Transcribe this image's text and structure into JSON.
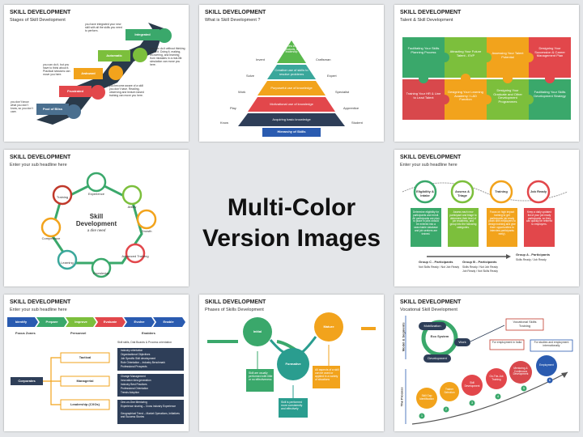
{
  "center": {
    "line1": "Multi-Color",
    "line2": "Version Images"
  },
  "s1": {
    "title": "SKILL DEVELOPMENT",
    "sub": "Stages of Skill Development",
    "steps": [
      "Integrated",
      "Automatic",
      "Awkward",
      "Frustrated",
      "Pool of Bliss"
    ],
    "notes": [
      "you have integrated your new skill with all the skills you need to perform.",
      "you can do it without thinking about it. Doing it, making, recovering, and learning from mistakes in a real-life simulation can move you here.",
      "you can do it, but you have to think about it. Practical sessions can move you here.",
      "you become aware of a skill you don't have. Reading, observing and lecture-based training can move you here.",
      "you don't know what you don't know, so you don't care."
    ]
  },
  "s2": {
    "title": "SKILL DEVELOPMENT",
    "sub": "What is Skill Development ?",
    "levels": [
      "Creating new knowledge, skills, products, service, leadership",
      "Creative use of skills to resolve problems",
      "Purposeful use of knowledge",
      "Motivational use of knowledge",
      "Acquiring basic knowledge"
    ],
    "left": [
      "Invent",
      "Solve",
      "Work",
      "Play",
      "Know"
    ],
    "right": [
      "Craftsman",
      "Expert",
      "Specialist",
      "Apprentice",
      "Student"
    ],
    "base": "Hierarchy of Skills"
  },
  "s3": {
    "title": "SKILL DEVELOPMENT",
    "sub": "Talent & Skill Development",
    "pieces": [
      "Facilitating Your Skills Planning Process",
      "Attracting Your Future Talent - EVP",
      "Assessing Your Talent Potential",
      "Designing Your Succession & Career Management Plan",
      "Training Your HR & Line to Lead Talent",
      "Designing Your Learning Academy / L&D Function",
      "Designing Your Graduate and Other Development Programmes",
      "Facilitating Your Skills Development Strategy"
    ]
  },
  "s4": {
    "title": "SKILL DEVELOPMENT",
    "sub": "Enter your sub headline here",
    "center1": "Skill",
    "center2": "Development",
    "tag": "a dire need",
    "nodes": [
      "Experience",
      "Ability",
      "Growth",
      "Advanced Training",
      "Knowledge",
      "Learning",
      "Competence",
      "Training"
    ]
  },
  "s5": {
    "title": "SKILL DEVELOPMENT",
    "sub": "Enter your sub headline here",
    "steps": [
      "Eligibility & Intake",
      "Assess & Triage",
      "Training",
      "Job Ready"
    ],
    "texts": [
      "Determine eligibility for participants and enroll. All participants are plan to place in jobs should be entered into a searchable database and job seekers are trained.",
      "Assess each new participant and triage to determine their level of job readiness, and group into the following categories.",
      "Focus on high impact training to get participants job ready (work with employers to design training and give them opportunities to interview participants early).",
      "Keep a daily updated list of your job ready participants, so they can quickly be referred to employers."
    ],
    "groups": [
      {
        "name": "Group C - Participants",
        "items": [
          "Not Skills Ready / Not Job Ready"
        ]
      },
      {
        "name": "Group B - Participants",
        "items": [
          "Skills Ready / Not Job Ready",
          "Job Ready / Not Skills Ready"
        ]
      },
      {
        "name": "Group A - Participants",
        "items": [
          "Skills Ready / Job Ready"
        ]
      }
    ]
  },
  "s6": {
    "title": "SKILL DEVELOPMENT",
    "sub": "Enter your sub headline here",
    "arrows": [
      "Identify",
      "Prepare",
      "Improve",
      "Evaluate",
      "Evolve",
      "Enable"
    ],
    "col1": "Focus Zones",
    "col2": "Personnel",
    "col3": "Enablers",
    "hub": "Corporates",
    "personnel": [
      "Tactical",
      "Managerial",
      "Leadership (CXOs)"
    ],
    "enablerHead": "Skill skills, Dial Boards & Process orientation",
    "enablers": [
      [
        "Industry orientation",
        "Organizational Objectives",
        "Job Specific Skill development",
        "Role Orientation – Industry Benchmark",
        "Professional Prospects"
      ],
      [
        "Change Management",
        "Innovation idea generation",
        "Industry Best Practices",
        "Professional Orientation",
        "Trends Adoption"
      ],
      [
        "One-on-One Mentoring",
        "Experience sharing – Cross industry Experience",
        "Geographical Trend – Market Operations, Initiatives and Success Stories"
      ]
    ]
  },
  "s7": {
    "title": "SKILL DEVELOPMENT",
    "sub": "Phases of Skills Development",
    "phases": [
      "Initial",
      "Mature",
      "Formative"
    ],
    "notes": [
      "Skill are usually performed with little or no effectiveness",
      "All aspects of a skill can be used or applied in a variety of situations",
      "Skill is performed more consistently and effectively"
    ]
  },
  "s8": {
    "title": "SKILL DEVELOPMENT",
    "sub": "Vocational Skill Development",
    "side1": "Model & Segments",
    "side2": "The Process",
    "eco": "Eco System",
    "ring": [
      "Mobilization",
      "Work",
      "Development"
    ],
    "vst": "Vocational Skills Training",
    "outs": [
      "For employment in India",
      "For studies and employment internationally"
    ],
    "process": [
      "Skill Gap Identification",
      "Trainer Selection",
      "Skill Development",
      "On-The-Job Training",
      "Mentoring & Continuous Development",
      "Employment"
    ],
    "nums": [
      "1",
      "2",
      "3",
      "4",
      "5",
      "6"
    ]
  }
}
